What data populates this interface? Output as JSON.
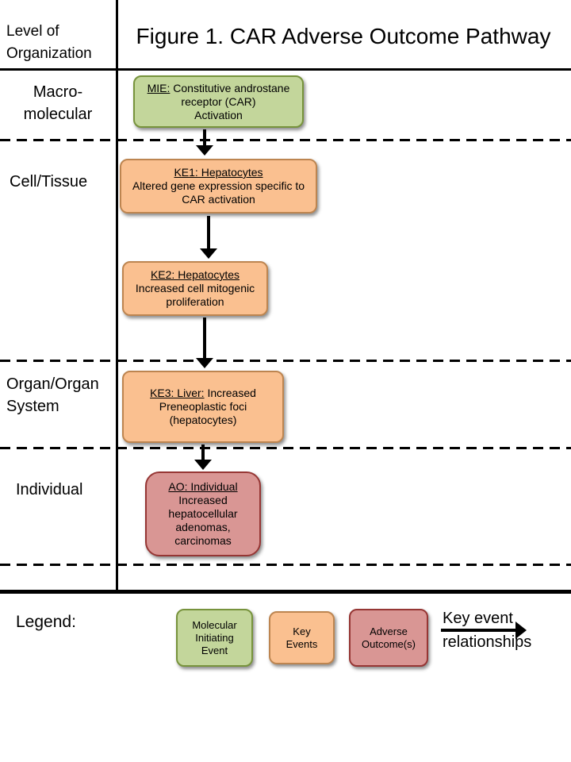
{
  "header": {
    "org_line1": "Level of",
    "org_line2": "Organization",
    "title": "Figure 1. CAR Adverse Outcome Pathway"
  },
  "levels": {
    "macro_line1": "Macro-",
    "macro_line2": "molecular",
    "cell": "Cell/Tissue",
    "organ_line1": "Organ/Organ",
    "organ_line2": "System",
    "individual": "Individual"
  },
  "boxes": {
    "mie": {
      "heading": "MIE:",
      "inline": "Constitutive androstane receptor (CAR)",
      "body": "Activation"
    },
    "ke1": {
      "heading": "KE1:  Hepatocytes",
      "inline": "",
      "body": "Altered gene expression specific to CAR activation"
    },
    "ke2": {
      "heading": "KE2:  Hepatocytes",
      "inline": "",
      "body": "Increased cell mitogenic proliferation"
    },
    "ke3": {
      "heading": "KE3:  Liver:",
      "inline": "Increased",
      "body": "Preneoplastic foci (hepatocytes)"
    },
    "ao": {
      "heading": "AO:  Individual",
      "inline": "",
      "body": "Increased hepatocellular adenomas, carcinomas"
    }
  },
  "legend": {
    "title": "Legend:",
    "mie_label": "Molecular Initiating Event",
    "ke_label": "Key Events",
    "ao_label": "Adverse Outcome(s)",
    "rel_line1": "Key event",
    "rel_line2": "relationships"
  },
  "colors": {
    "mie_fill": "#c3d69b",
    "mie_border": "#77933c",
    "ke_fill": "#fac090",
    "ke_border": "#bd8550",
    "ao_fill": "#d99694",
    "ao_border": "#963634",
    "line": "#000000"
  }
}
